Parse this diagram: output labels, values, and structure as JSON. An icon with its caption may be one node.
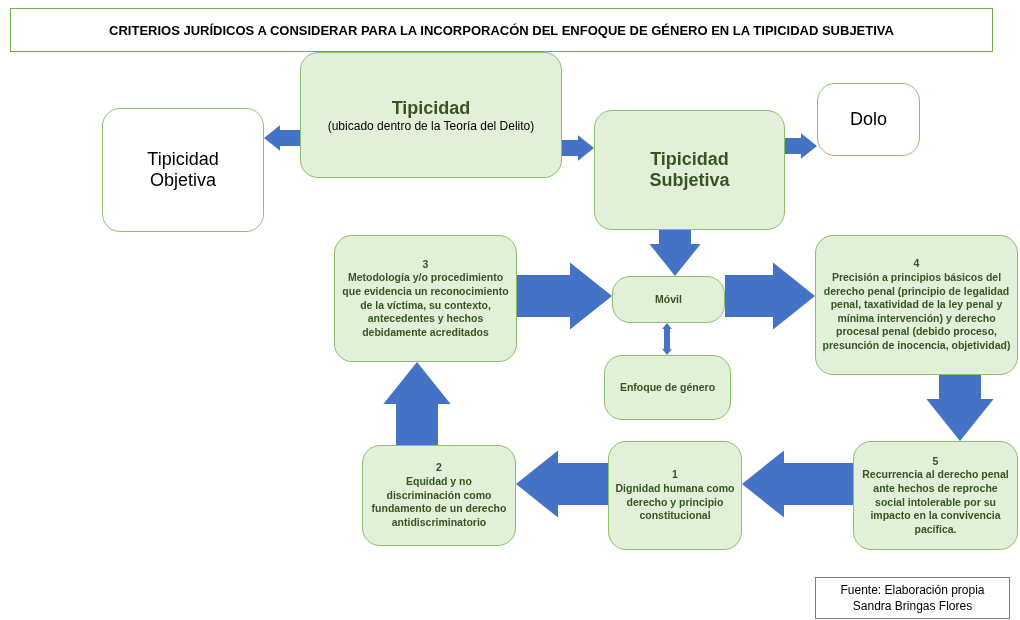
{
  "diagram": {
    "title": "CRITERIOS JURÍDICOS A CONSIDERAR PARA LA INCORPORACÓN DEL ENFOQUE DE GÉNERO EN LA TIPICIDAD SUBJETIVA",
    "nodes": [
      {
        "text": [
          "Tipicidad",
          "(ubicado dentro de la Teoría del Delito)"
        ]
      },
      {
        "text": [
          "Tipicidad Objetiva"
        ]
      },
      {
        "text": [
          "Tipicidad Subjetiva"
        ]
      },
      {
        "text": [
          "Dolo"
        ]
      },
      {
        "text": [
          "3",
          "Metodología y/o procedimiento que evidencia un reconocimiento de la víctima, su contexto, antecedentes y hechos debidamente acreditados"
        ]
      },
      {
        "text": [
          "Móvil"
        ]
      },
      {
        "text": [
          "4",
          "Precisión a principios básicos del derecho penal (principio de legalidad penal, taxatividad de la ley penal y mínima intervención) y derecho procesal penal (debido proceso, presunción de inocencia, objetividad)"
        ]
      },
      {
        "text": [
          "Enfoque de género"
        ]
      },
      {
        "text": [
          "2",
          "Equidad y no discriminación como fundamento de un derecho antidiscriminatorio"
        ]
      },
      {
        "text": [
          "1",
          "Dignidad humana como derecho y principio constitucional"
        ]
      },
      {
        "text": [
          "5",
          "Recurrencia al derecho penal ante hechos de reproche social intolerable por su impacto en la convivencia pacífica."
        ]
      },
      {
        "text": [
          "Fuente: Elaboración propia",
          "Sandra Bringas Flores"
        ]
      }
    ],
    "edges": [
      {
        "from": 0,
        "to": 1,
        "arrow": "to"
      },
      {
        "from": 0,
        "to": 2,
        "arrow": "to"
      },
      {
        "from": 2,
        "to": 3,
        "arrow": "to"
      },
      {
        "from": 2,
        "to": 5,
        "arrow": "to"
      },
      {
        "from": 4,
        "to": 5,
        "arrow": "to"
      },
      {
        "from": 5,
        "to": 6,
        "arrow": "to"
      },
      {
        "from": 5,
        "to": 7,
        "arrow": "both"
      },
      {
        "from": 6,
        "to": 10,
        "arrow": "to"
      },
      {
        "from": 10,
        "to": 9,
        "arrow": "to"
      },
      {
        "from": 9,
        "to": 8,
        "arrow": "to"
      },
      {
        "from": 8,
        "to": 4,
        "arrow": "to"
      }
    ]
  }
}
